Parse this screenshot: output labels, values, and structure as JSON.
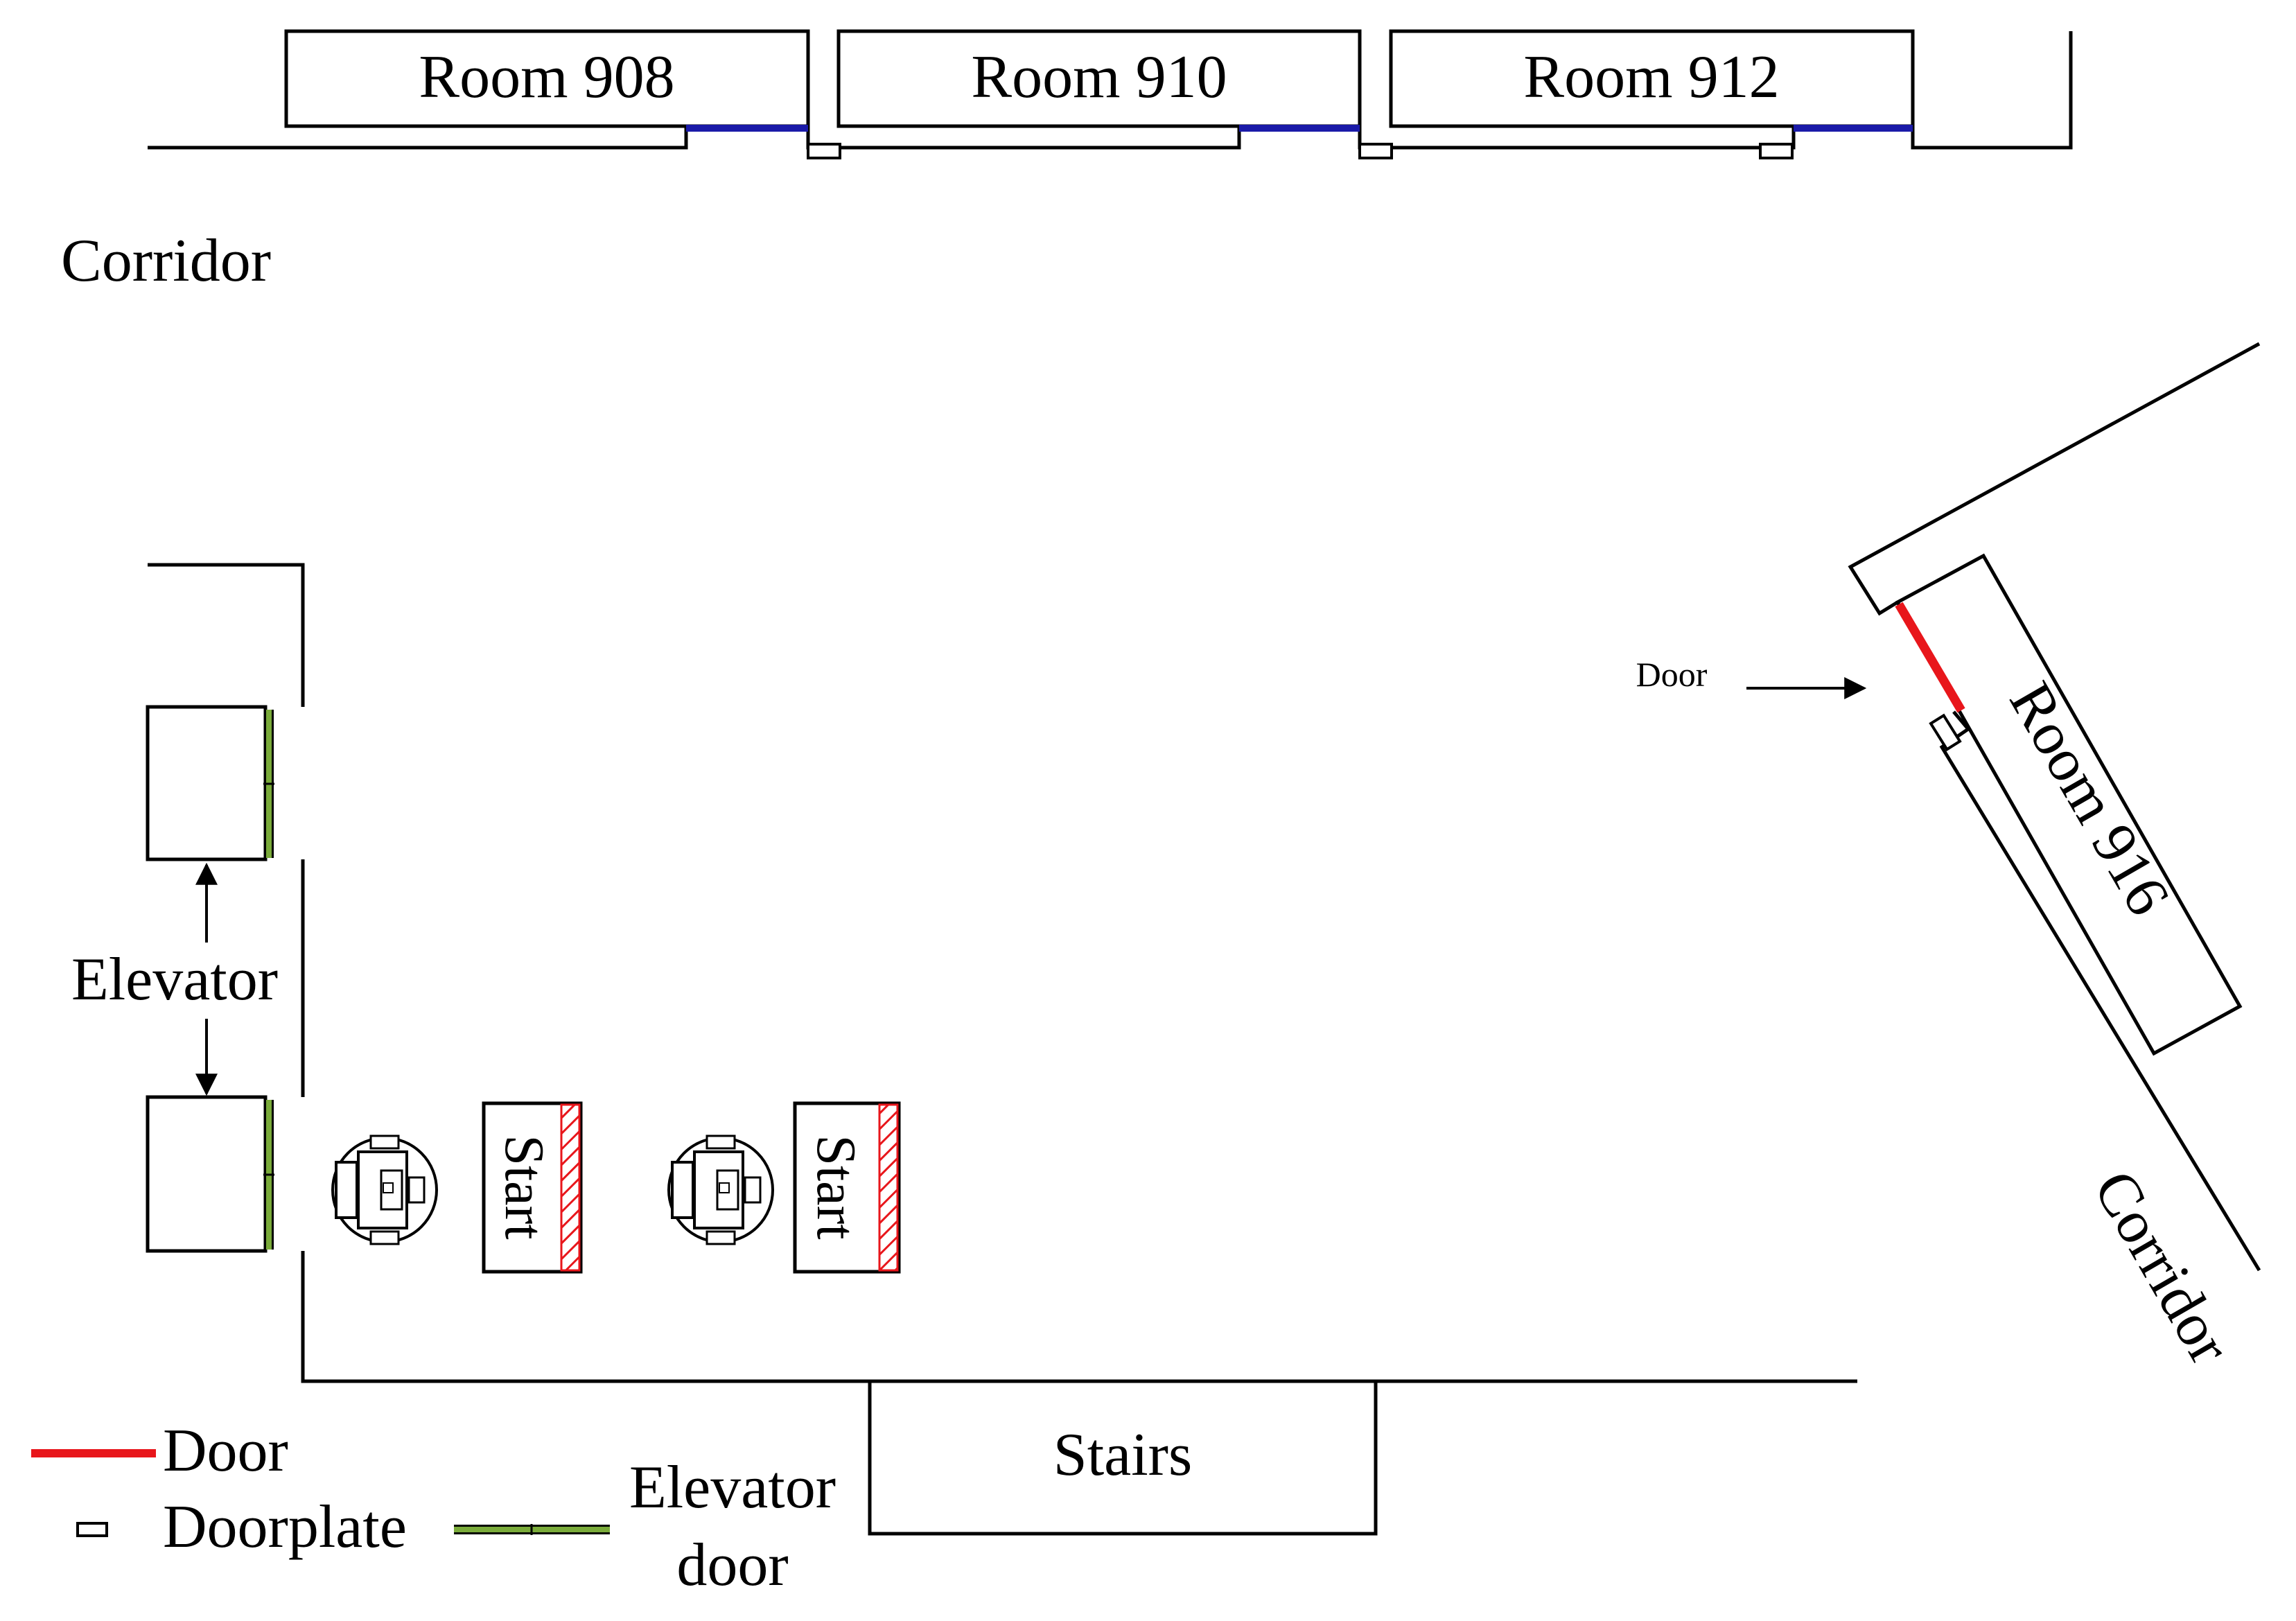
{
  "rooms": {
    "room_908": "Room 908",
    "room_910": "Room 910",
    "room_912": "Room 912",
    "room_916": "Room 916"
  },
  "corridor_left": "Corridor",
  "corridor_right": "Corridor",
  "elevator": "Elevator",
  "stairs": "Stairs",
  "door_pointer": "Door",
  "start_labels": [
    "Start",
    "Start"
  ],
  "legend": {
    "door": "Door",
    "doorplate": "Doorplate",
    "elevator_door_line1": "Elevator",
    "elevator_door_line2": "door"
  },
  "colors": {
    "door": "#e8161b",
    "doorplate_window": "#1a1aa8",
    "elevator_door": "#7aab3a"
  }
}
